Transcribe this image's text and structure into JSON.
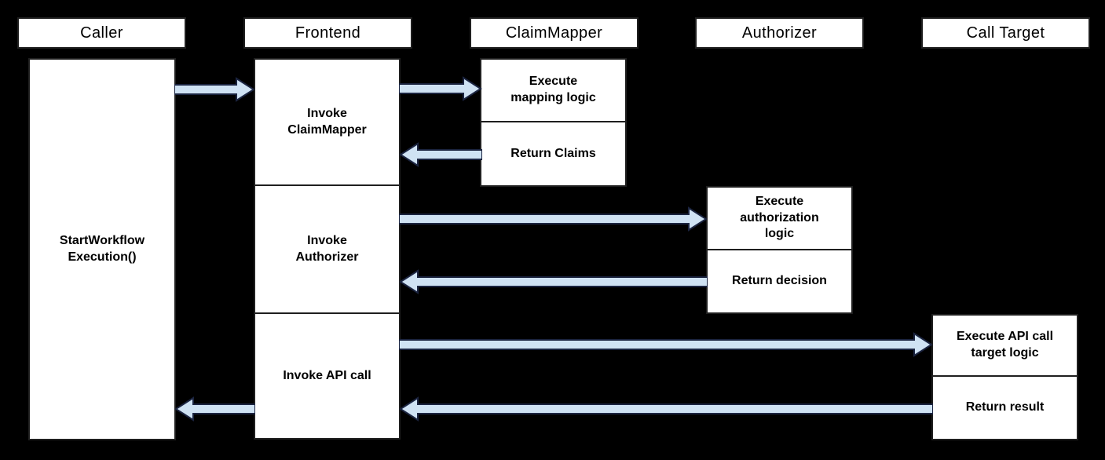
{
  "headers": {
    "caller": "Caller",
    "frontend": "Frontend",
    "claim_mapper": "ClaimMapper",
    "authorizer": "Authorizer",
    "call_target": "Call Target"
  },
  "activities": {
    "caller_start": "StartWorkflow\nExecution()",
    "frontend_invoke_claim_mapper": "Invoke\nClaimMapper",
    "frontend_invoke_authorizer": "Invoke\nAuthorizer",
    "frontend_invoke_api_call": "Invoke API call",
    "claim_mapper_execute": "Execute\nmapping logic",
    "claim_mapper_return": "Return Claims",
    "authorizer_execute": "Execute\nauthorization\nlogic",
    "authorizer_return": "Return decision",
    "call_target_execute": "Execute API call\ntarget logic",
    "call_target_return": "Return result"
  },
  "arrows": [
    {
      "from": "Caller",
      "to": "Frontend"
    },
    {
      "from": "Frontend",
      "to": "ClaimMapper"
    },
    {
      "from": "ClaimMapper",
      "to": "Frontend"
    },
    {
      "from": "Frontend",
      "to": "Authorizer"
    },
    {
      "from": "Authorizer",
      "to": "Frontend"
    },
    {
      "from": "Frontend",
      "to": "Call Target"
    },
    {
      "from": "Call Target",
      "to": "Frontend"
    },
    {
      "from": "Frontend",
      "to": "Caller"
    }
  ],
  "colors": {
    "background": "#000000",
    "box_fill": "#ffffff",
    "box_border": "#1f1f1f",
    "text": "#000000",
    "arrow_fill": "#cfe2f3",
    "arrow_border": "#1b2440"
  }
}
